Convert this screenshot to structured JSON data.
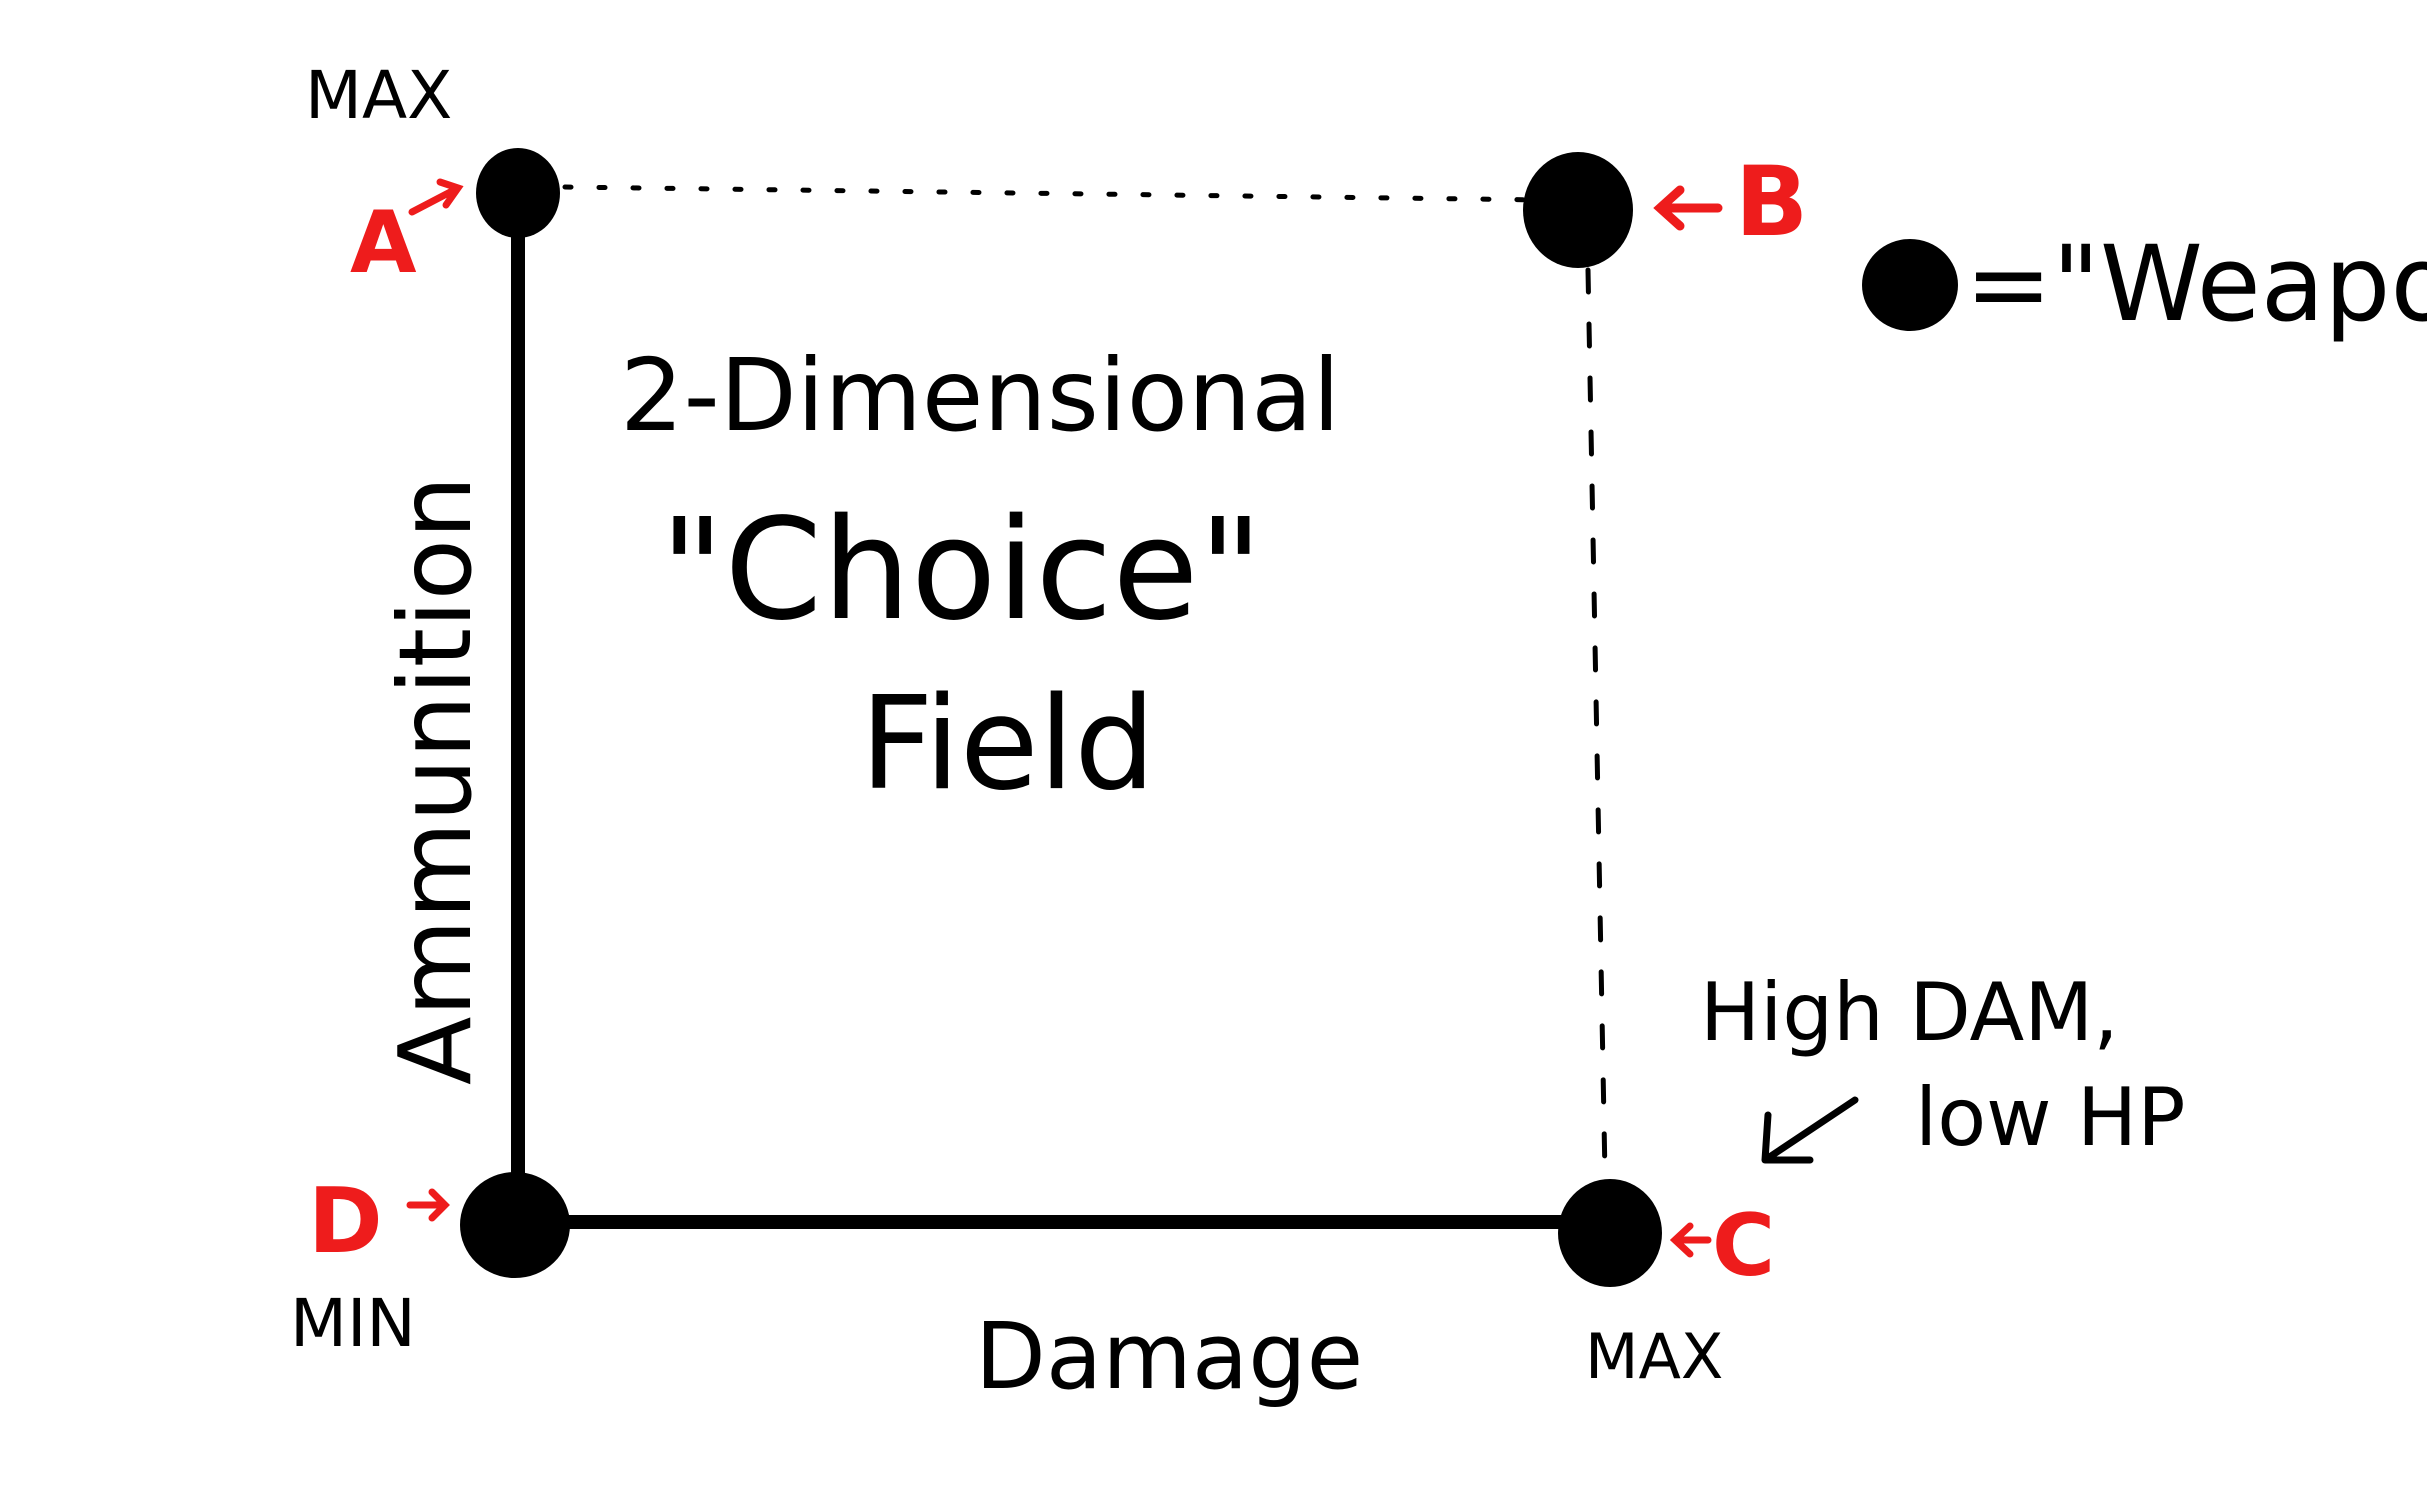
{
  "title": {
    "line1": "2-Dimensional",
    "line2": "\"Choice\"",
    "line3": "Field"
  },
  "axes": {
    "x_label": "Damage",
    "y_label": "Ammunition",
    "y_max_label": "MAX",
    "origin_label": "MIN",
    "x_max_label": "MAX"
  },
  "points": {
    "a": "A",
    "b": "B",
    "c": "C",
    "d": "D"
  },
  "legend": {
    "text": "=\"Weapon\""
  },
  "annotation": {
    "line1": "High DAM,",
    "line2": "low HP"
  },
  "colors": {
    "ink": "#000000",
    "accent": "#ee1c1c"
  }
}
